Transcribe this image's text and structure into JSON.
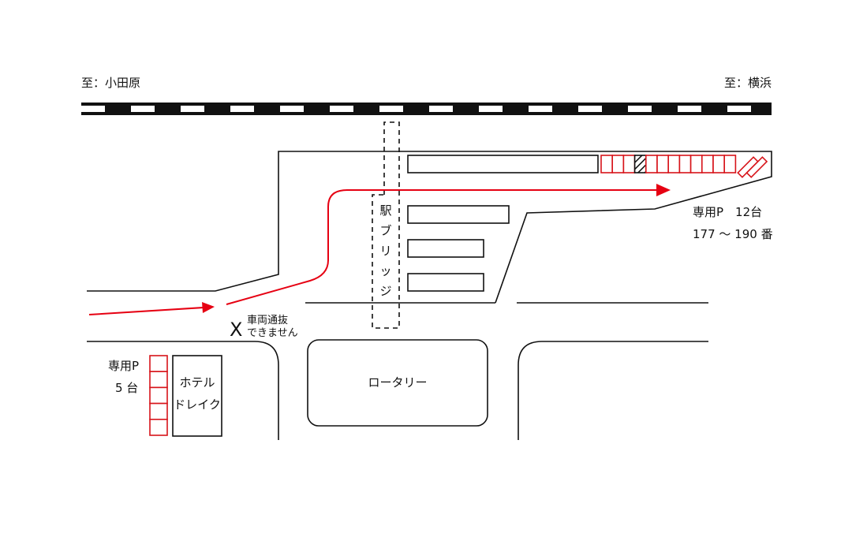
{
  "direction_labels": {
    "left": "至：小田原",
    "right": "至：横浜"
  },
  "bridge_label": "駅ブリッジ",
  "parking_main": {
    "title": "専用P　12台",
    "numbers": "177 〜 190 番",
    "stalls": 12,
    "highlighted_stall": 4
  },
  "parking_hotel": {
    "title": "専用P",
    "count": "5 台",
    "stalls": 5
  },
  "hotel": {
    "line1": "ホテル",
    "line2": "ドレイク"
  },
  "rotary_label": "ロータリー",
  "no_through": {
    "mark": "X",
    "line1": "車両通抜",
    "line2": "できません"
  },
  "colors": {
    "route": "#e60012",
    "line": "#111111",
    "railway": "#111111",
    "parking": "#d7141a"
  }
}
